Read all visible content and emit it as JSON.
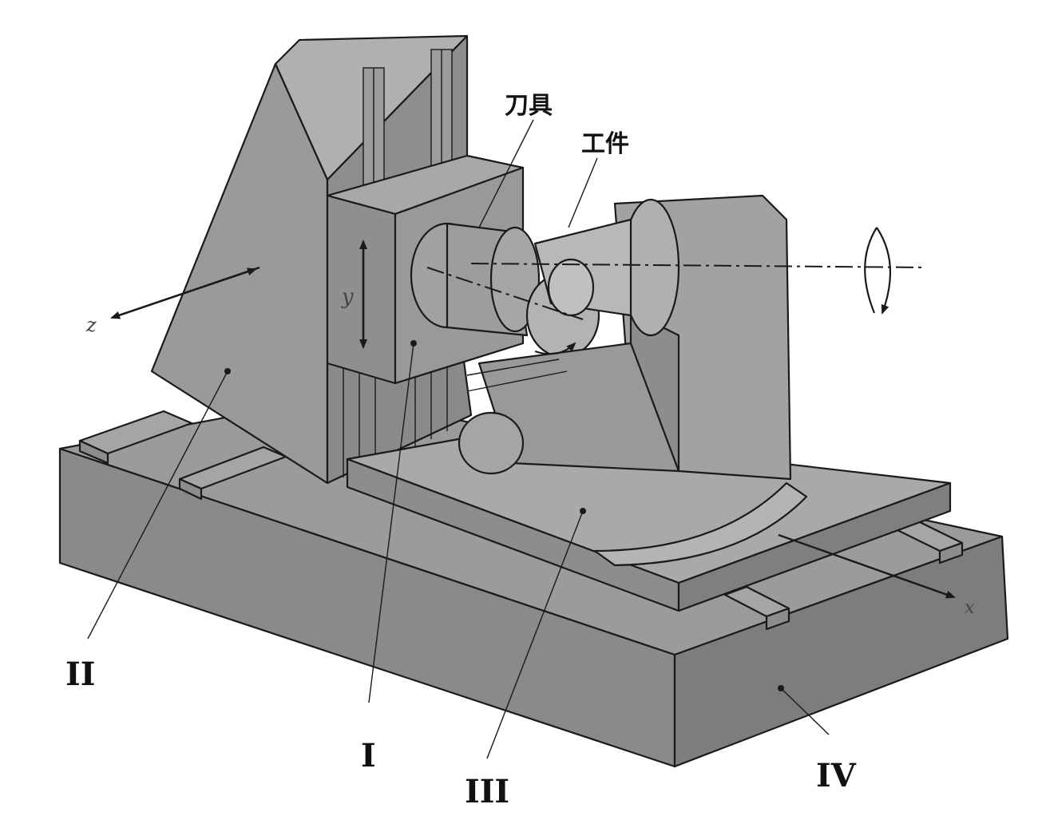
{
  "colors": {
    "face_light": "#a9a9a9",
    "face_mid": "#8f8f8f",
    "face_dark": "#777777",
    "line": "#1a1a1a",
    "background": "#ffffff"
  },
  "labels": {
    "tool": "刀具",
    "workpiece": "工件",
    "component_1": "I",
    "component_2": "II",
    "component_3": "III",
    "component_4": "IV"
  },
  "axes": {
    "x": "x",
    "y": "y",
    "z": "z"
  }
}
